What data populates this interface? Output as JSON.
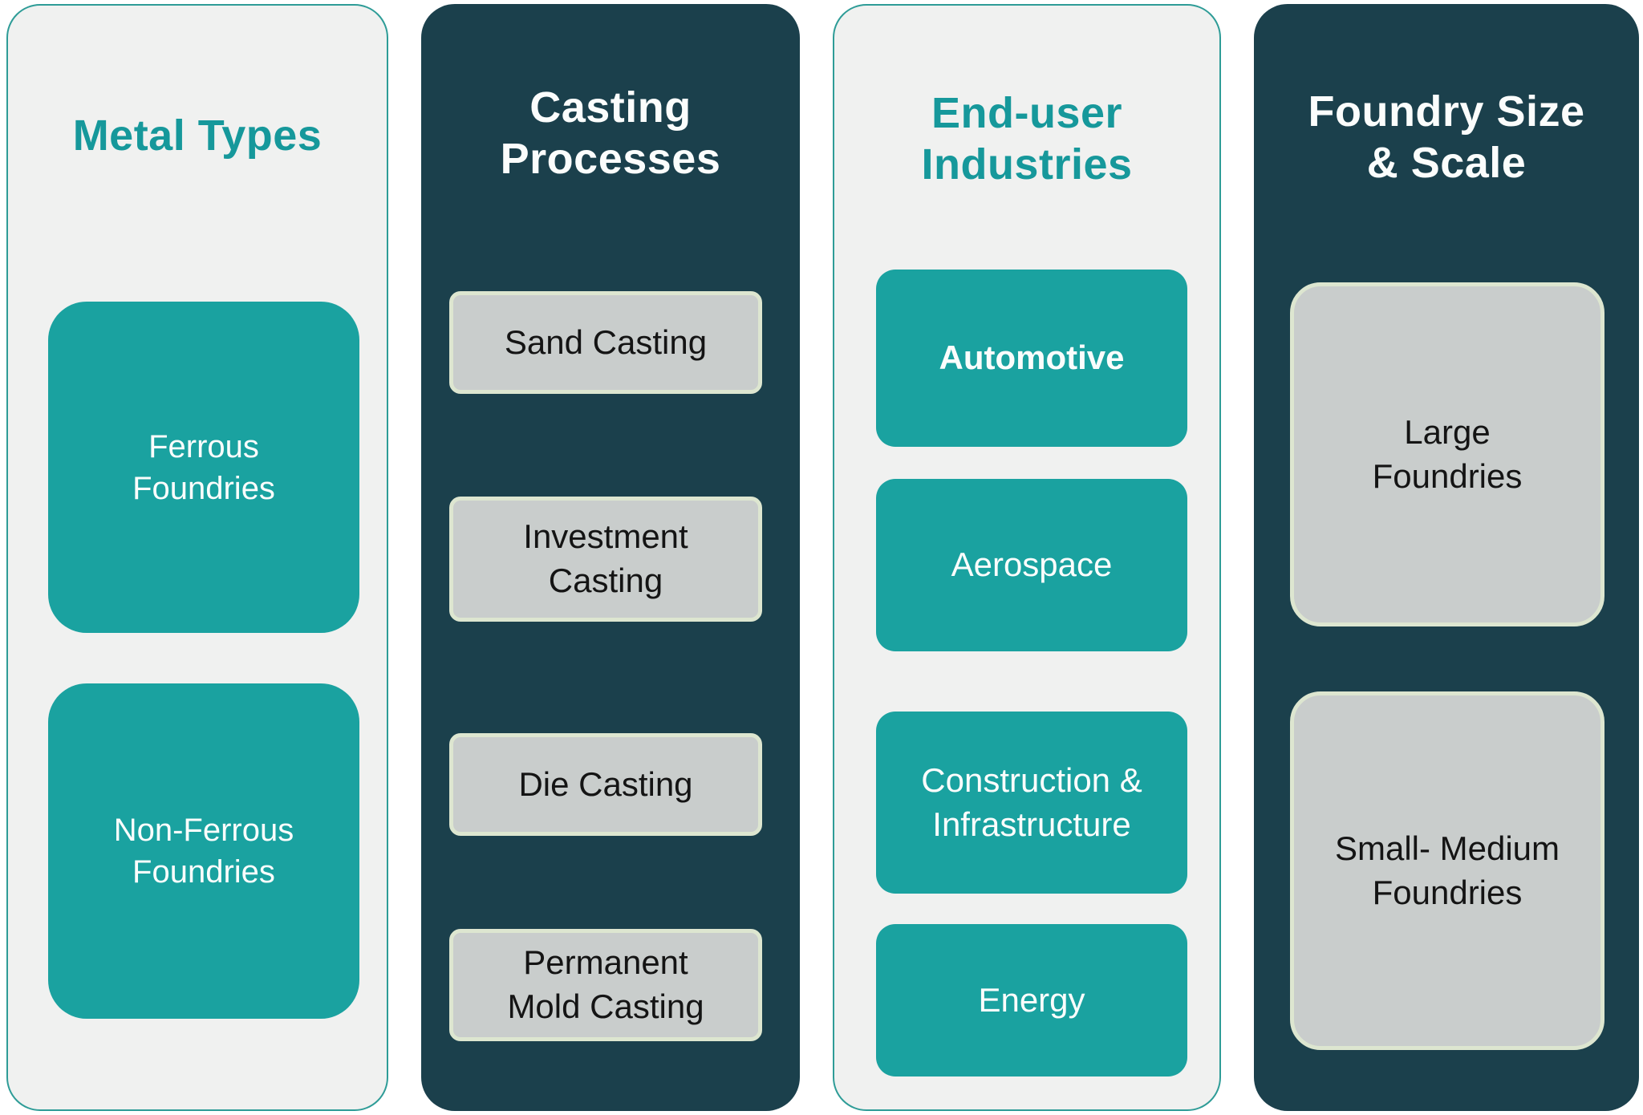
{
  "colors": {
    "teal_node": "#1AA2A0",
    "teal_title": "#16989B",
    "dark_panel": "#1B404C",
    "light_panel": "#F0F1F0",
    "light_panel_border": "#2E9C97",
    "gray_node": "#C9CDCC",
    "gray_node_border": "#DDE6D0",
    "white_text": "#FBFDFC",
    "black_text": "#141414"
  },
  "columns": [
    {
      "id": "metal-types",
      "theme": "light",
      "title": "Metal Types",
      "items": [
        {
          "label": "Ferrous\nFoundries",
          "variant": "teal"
        },
        {
          "label": "Non-Ferrous\nFoundries",
          "variant": "teal"
        }
      ]
    },
    {
      "id": "casting-processes",
      "theme": "dark",
      "title": "Casting\nProcesses",
      "items": [
        {
          "label": "Sand Casting",
          "variant": "gray"
        },
        {
          "label": "Investment\nCasting",
          "variant": "gray"
        },
        {
          "label": "Die Casting",
          "variant": "gray"
        },
        {
          "label": "Permanent\nMold Casting",
          "variant": "gray"
        }
      ]
    },
    {
      "id": "end-user-industries",
      "theme": "light",
      "title": "End-user\nIndustries",
      "items": [
        {
          "label": "Automotive",
          "variant": "teal",
          "emphasis": "bold"
        },
        {
          "label": "Aerospace",
          "variant": "teal"
        },
        {
          "label": "Construction &\nInfrastructure",
          "variant": "teal"
        },
        {
          "label": "Energy",
          "variant": "teal"
        }
      ]
    },
    {
      "id": "foundry-size-scale",
      "theme": "dark",
      "title": "Foundry Size\n& Scale",
      "items": [
        {
          "label": "Large\nFoundries",
          "variant": "gray"
        },
        {
          "label": "Small- Medium\nFoundries",
          "variant": "gray"
        }
      ]
    }
  ]
}
